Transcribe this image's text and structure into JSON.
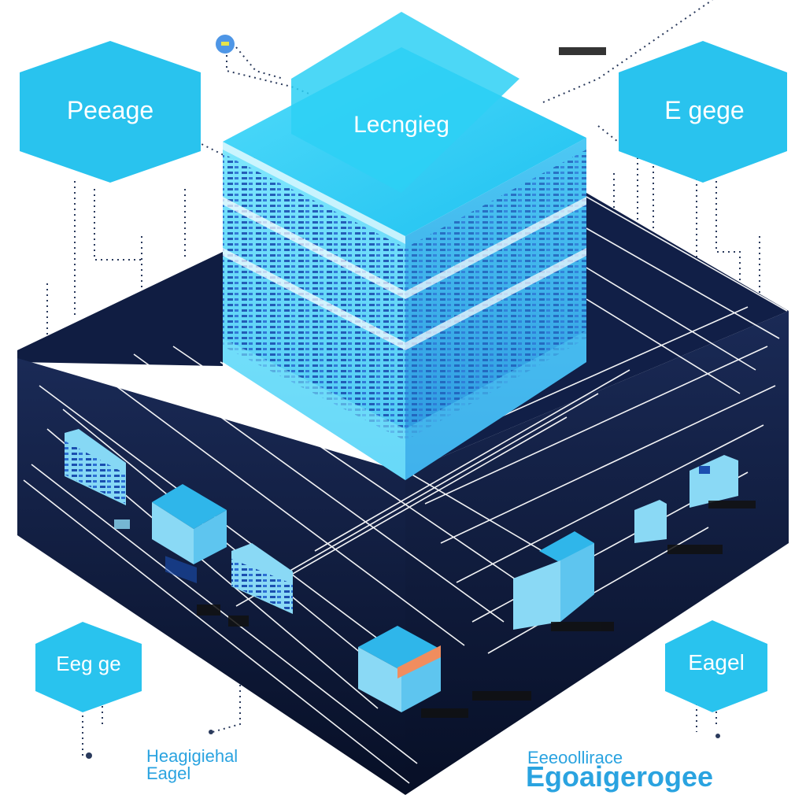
{
  "colors": {
    "hex_fill": "#29c3ee",
    "platform": "#0d1b3e",
    "grid_line": "#ffffff",
    "cube_top": "#35d3f6",
    "cube_side_left": "#6fe0fb",
    "cube_side_right": "#3fb9ef",
    "connector": "#2a3a5c",
    "caption_blue": "#2aa3e0"
  },
  "nodes": {
    "top_left": "Peeage",
    "top_right": "E gege",
    "bottom_left": "Eeg ge",
    "bottom_right": "Eagel",
    "cube_top": "Lecngieg"
  },
  "captions": {
    "bottom_left_line1": "Heagigiehal",
    "bottom_left_line2": "Eagel",
    "bottom_right_line1": "Eeeoollirace",
    "bottom_right_line2": "Egoaigerogee"
  },
  "icons": {
    "top_left_dot": "status-dot-icon",
    "devices": [
      "server-rack-icon",
      "network-switch-icon",
      "server-rack-icon",
      "network-switch-icon",
      "network-switch-icon",
      "server-unit-icon",
      "server-unit-icon",
      "server-unit-icon"
    ]
  }
}
